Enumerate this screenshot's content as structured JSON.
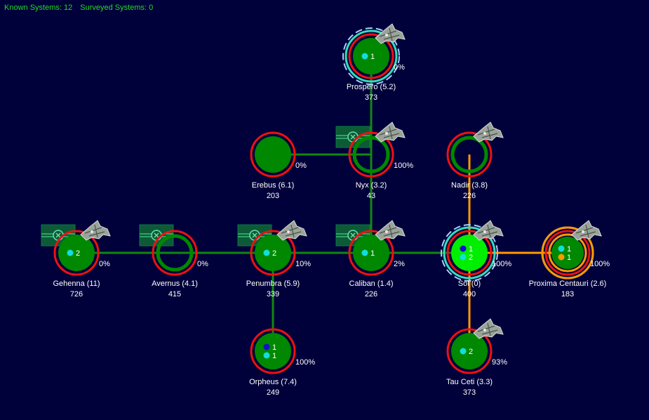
{
  "header": {
    "known_label": "Known Systems: 12",
    "surveyed_label": "Surveyed Systems: 0"
  },
  "colors": {
    "background": "#00003a",
    "planet": "#008800",
    "home_planet": "#00ee00",
    "ring_red": "#ee1111",
    "ring_cyan": "#33ddbb",
    "ring_orange": "#ff9900",
    "link_green": "#118811",
    "link_orange": "#ff9900",
    "dot_cyan": "#11dddd",
    "dot_blue": "#1111cc",
    "dot_orange": "#ff9900",
    "status_text": "#22dd22"
  },
  "systems": [
    {
      "id": "prospero",
      "name": "Prospero  (5.2)",
      "population": "373",
      "percent": "0%",
      "hollow": false,
      "dots": [
        {
          "color": "cyan",
          "count": "1"
        }
      ],
      "cyan_ring": true,
      "dashed_ring": true,
      "fleet": true,
      "jump_gate": false
    },
    {
      "id": "erebus",
      "name": "Erebus  (6.1)",
      "population": "203",
      "percent": "0%",
      "hollow": false,
      "dots": [],
      "cyan_ring": false,
      "dashed_ring": false,
      "fleet": false,
      "jump_gate": false
    },
    {
      "id": "nyx",
      "name": "Nyx  (3.2)",
      "population": "43",
      "percent": "100%",
      "hollow": true,
      "dots": [],
      "cyan_ring": false,
      "dashed_ring": false,
      "fleet": true,
      "jump_gate": true
    },
    {
      "id": "nadir",
      "name": "Nadir  (3.8)",
      "population": "226",
      "percent": "",
      "hollow": true,
      "dots": [],
      "cyan_ring": false,
      "dashed_ring": false,
      "fleet": true,
      "jump_gate": false
    },
    {
      "id": "gehenna",
      "name": "Gehenna  (11)",
      "population": "726",
      "percent": "0%",
      "hollow": false,
      "dots": [
        {
          "color": "cyan",
          "count": "2"
        }
      ],
      "cyan_ring": false,
      "dashed_ring": false,
      "fleet": true,
      "jump_gate": true
    },
    {
      "id": "avernus",
      "name": "Avernus  (4.1)",
      "population": "415",
      "percent": "0%",
      "hollow": true,
      "dots": [],
      "cyan_ring": false,
      "dashed_ring": false,
      "fleet": false,
      "jump_gate": true
    },
    {
      "id": "penumbra",
      "name": "Penumbra  (5.9)",
      "population": "339",
      "percent": "10%",
      "hollow": false,
      "dots": [
        {
          "color": "cyan",
          "count": "2"
        }
      ],
      "cyan_ring": false,
      "dashed_ring": false,
      "fleet": true,
      "jump_gate": true
    },
    {
      "id": "caliban",
      "name": "Caliban  (1.4)",
      "population": "226",
      "percent": "2%",
      "hollow": false,
      "dots": [
        {
          "color": "cyan",
          "count": "1"
        }
      ],
      "cyan_ring": false,
      "dashed_ring": false,
      "fleet": true,
      "jump_gate": true
    },
    {
      "id": "sol",
      "name": "Sol  (0)",
      "population": "400",
      "percent": "100%",
      "hollow": false,
      "home": true,
      "dots": [
        {
          "color": "blue",
          "count": "1"
        },
        {
          "color": "cyan",
          "count": "2"
        }
      ],
      "cyan_ring": true,
      "dashed_ring": true,
      "fleet": true,
      "jump_gate": false
    },
    {
      "id": "proxima",
      "name": "Proxima Centauri  (2.6)",
      "population": "183",
      "percent": "100%",
      "hollow": false,
      "dots": [
        {
          "color": "cyan",
          "count": "1"
        },
        {
          "color": "orange",
          "count": "1"
        }
      ],
      "cyan_ring": true,
      "orange_ring": true,
      "dashed_ring": false,
      "fleet": true,
      "jump_gate": false
    },
    {
      "id": "orpheus",
      "name": "Orpheus  (7.4)",
      "population": "249",
      "percent": "100%",
      "hollow": false,
      "dots": [
        {
          "color": "blue",
          "count": "1"
        },
        {
          "color": "cyan",
          "count": "1"
        }
      ],
      "cyan_ring": false,
      "dashed_ring": false,
      "fleet": false,
      "jump_gate": false
    },
    {
      "id": "tau-ceti",
      "name": "Tau Ceti  (3.3)",
      "population": "373",
      "percent": "93%",
      "hollow": false,
      "dots": [
        {
          "color": "cyan",
          "count": "2"
        }
      ],
      "cyan_ring": false,
      "dashed_ring": false,
      "fleet": true,
      "jump_gate": false
    }
  ],
  "links": [
    {
      "from": "prospero",
      "to": "nyx",
      "color": "green"
    },
    {
      "from": "erebus",
      "to": "nyx",
      "color": "green"
    },
    {
      "from": "nyx",
      "to": "caliban",
      "color": "green"
    },
    {
      "from": "gehenna",
      "to": "avernus",
      "color": "green"
    },
    {
      "from": "avernus",
      "to": "penumbra",
      "color": "green"
    },
    {
      "from": "penumbra",
      "to": "caliban",
      "color": "green"
    },
    {
      "from": "caliban",
      "to": "sol",
      "color": "green"
    },
    {
      "from": "penumbra",
      "to": "orpheus",
      "color": "green"
    },
    {
      "from": "nadir",
      "to": "sol",
      "color": "orange"
    },
    {
      "from": "sol",
      "to": "proxima",
      "color": "orange"
    },
    {
      "from": "sol",
      "to": "tau-ceti",
      "color": "orange"
    }
  ]
}
